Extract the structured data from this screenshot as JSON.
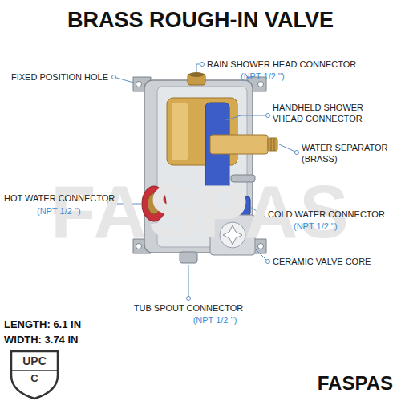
{
  "diagram": {
    "title": "BRASS ROUGH-IN VALVE",
    "labels": [
      "FIXED POSITION HOLE",
      "RAIN SHOWER HEAD CONNECTOR",
      "(NPT 1/2 '')",
      "HANDHELD SHOWER VHEAD CONNECTOR",
      "WATER SEPARATOR (BRASS)",
      "HOT WATER CONNECTOR",
      "(NPT 1/2 '')",
      "COLD WATER CONNECTOR",
      "(NPT 1/2 '')",
      "CERAMIC VALVE CORE",
      "TUB SPOUT CONNECTOR",
      "(NPT 1/2 '')",
      "LENGTH: 6.1 IN",
      "WIDTH: 3.74 IN",
      "UPC",
      "C",
      "FASPAS",
      "FASPAS"
    ]
  }
}
